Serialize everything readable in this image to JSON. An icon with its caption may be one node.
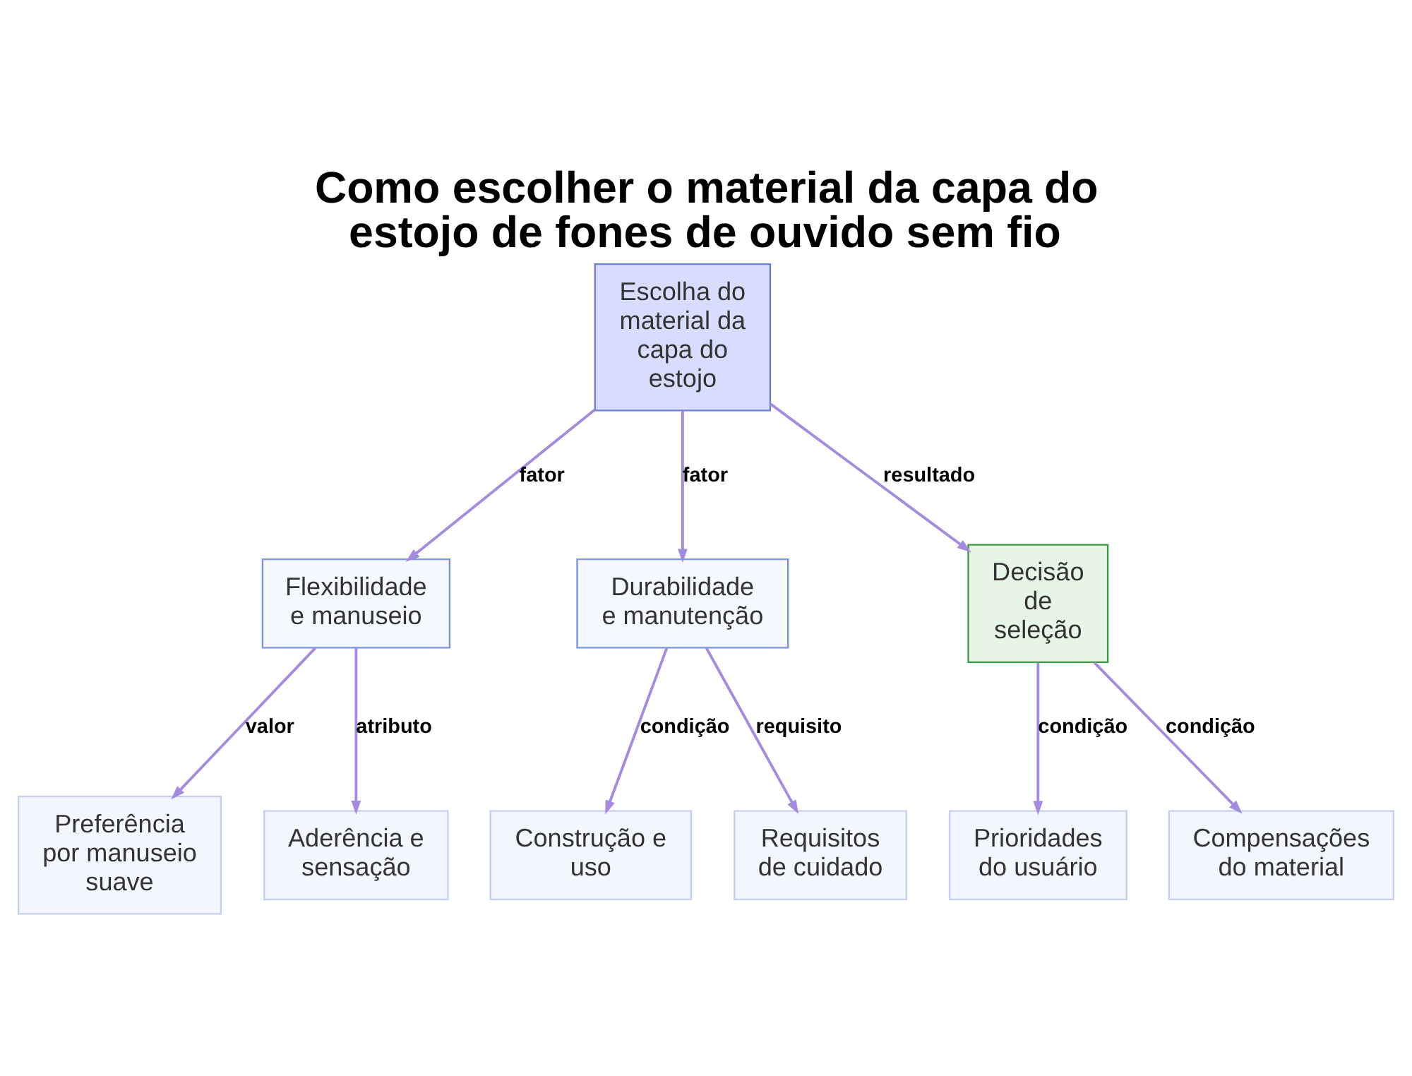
{
  "diagram": {
    "title": "Como escolher o material da capa do estojo de fones de ouvido sem fio",
    "nodes": [
      {
        "text": [
          "Escolha do material da capa do estojo"
        ]
      },
      {
        "text": [
          "Flexibilidade e manuseio"
        ]
      },
      {
        "text": [
          "Durabilidade e manutenção"
        ]
      },
      {
        "text": [
          "Decisão de seleção"
        ]
      },
      {
        "text": [
          "Preferência por manuseio suave"
        ]
      },
      {
        "text": [
          "Aderência e sensação"
        ]
      },
      {
        "text": [
          "Construção e uso"
        ]
      },
      {
        "text": [
          "Requisitos de cuidado"
        ]
      },
      {
        "text": [
          "Prioridades do usuário"
        ]
      },
      {
        "text": [
          "Compensações do material"
        ]
      }
    ],
    "edges": [
      {
        "from": 0,
        "to": 1,
        "arrow": "to",
        "label": "fator"
      },
      {
        "from": 0,
        "to": 2,
        "arrow": "to",
        "label": "fator"
      },
      {
        "from": 0,
        "to": 3,
        "arrow": "to",
        "label": "resultado"
      },
      {
        "from": 1,
        "to": 4,
        "arrow": "to",
        "label": "valor"
      },
      {
        "from": 1,
        "to": 5,
        "arrow": "to",
        "label": "atributo"
      },
      {
        "from": 2,
        "to": 6,
        "arrow": "to",
        "label": "condição"
      },
      {
        "from": 2,
        "to": 7,
        "arrow": "to",
        "label": "requisito"
      },
      {
        "from": 3,
        "to": 8,
        "arrow": "to",
        "label": "condição"
      },
      {
        "from": 3,
        "to": 9,
        "arrow": "to",
        "label": "condição"
      }
    ]
  }
}
